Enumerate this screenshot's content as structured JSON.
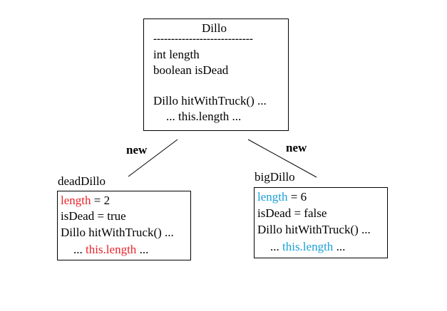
{
  "class_box": {
    "title": "Dillo",
    "divider": "----------------------------",
    "field1": "int length",
    "field2": "boolean isDead",
    "method": "Dillo hitWithTruck() ...",
    "method_body": "... this.length ..."
  },
  "arrows": {
    "left_label": "new",
    "right_label": "new"
  },
  "dead_dillo": {
    "name": "deadDillo",
    "length_key": "length",
    "length_value": " = 2",
    "isdead": "isDead = true",
    "method": "Dillo hitWithTruck() ...",
    "body_prefix": "... ",
    "body_highlight": "this.length",
    "body_suffix": " ..."
  },
  "big_dillo": {
    "name": "bigDillo",
    "length_key": "length",
    "length_value": " = 6",
    "isdead": "isDead = false",
    "method": "Dillo hitWithTruck() ...",
    "body_prefix": "... ",
    "body_highlight": "this.length",
    "body_suffix": " ..."
  },
  "colors": {
    "dead_highlight": "#e8242b",
    "big_highlight": "#1ba1d9"
  }
}
